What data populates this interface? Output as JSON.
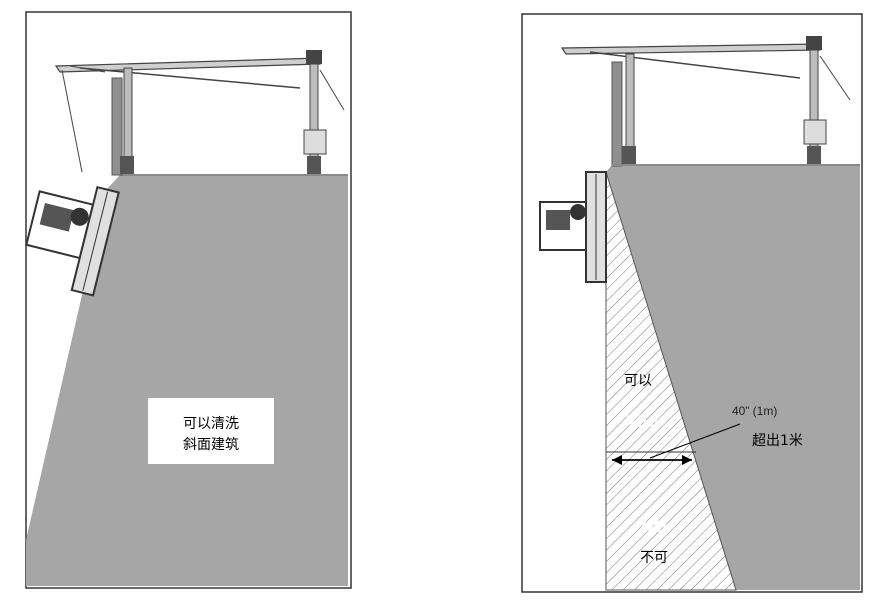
{
  "left_panel": {
    "label_line1": "可以清洗",
    "label_line2": "斜面建筑"
  },
  "right_panel": {
    "yes_cn": "可以",
    "yes_en": "YES",
    "no_en": "NO",
    "no_cn": "不可",
    "dimension": "40” (1m)",
    "exceed_label": "超出1米"
  },
  "colors": {
    "building_gray": "#a6a6a6",
    "frame": "#555555",
    "hatch": "#777777",
    "label_box": "#ffffff"
  }
}
